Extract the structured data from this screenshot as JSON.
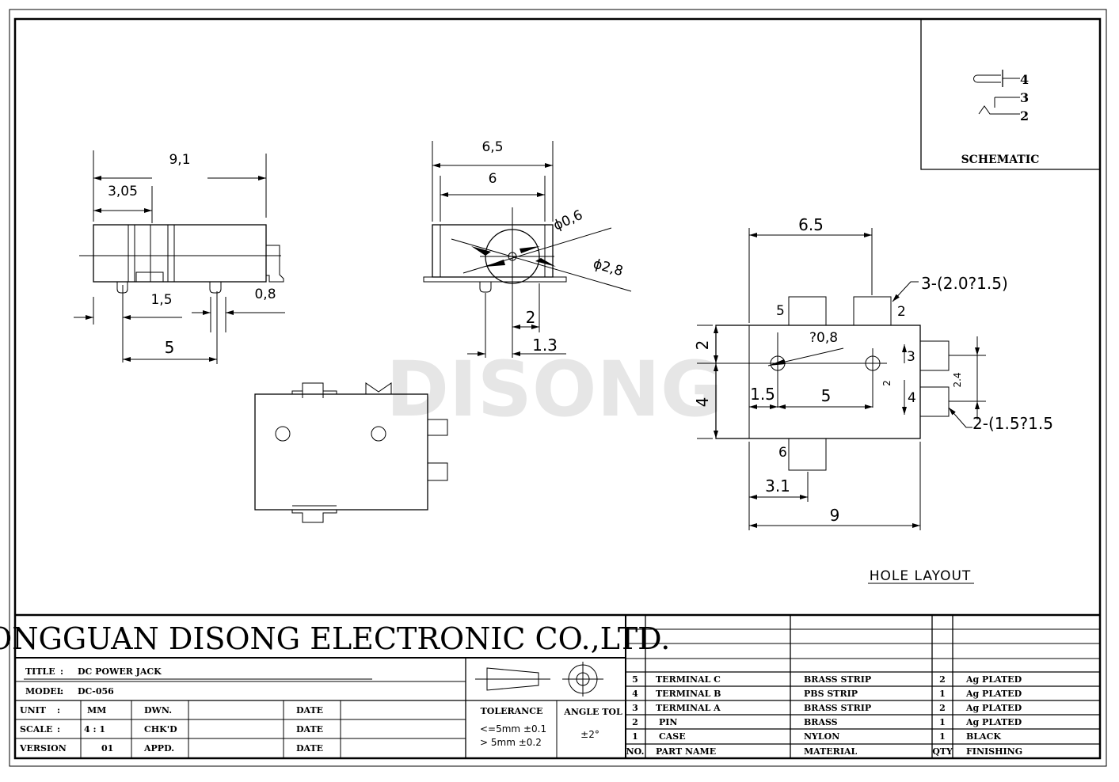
{
  "watermark": "DISONG",
  "schematic": {
    "pins": [
      "4",
      "3",
      "2"
    ],
    "label": "SCHEMATIC"
  },
  "side_view": {
    "d_total": "9,1",
    "d_305": "3,05",
    "d_15": "1,5",
    "d_08": "0,8",
    "d_5": "5"
  },
  "front_view": {
    "d_65": "6,5",
    "d_6": "6",
    "d_phi06": "ϕ0,6",
    "d_phi28": "ϕ2,8",
    "d_2": "2",
    "d_13": "1.3"
  },
  "hole_layout": {
    "d_65": "6.5",
    "d_pads": "3-(2.0?1.5)",
    "d_hole": "?0,8",
    "d_small_pads": "2-(1.5?1.5",
    "d_2v": "2",
    "d_4": "4",
    "d_15": "1.5",
    "d_5": "5",
    "d_2inner": "2",
    "d_24": "2.4",
    "d_31": "3.1",
    "d_9": "9",
    "caption": "HOLE LAYOUT",
    "pads": [
      "5",
      "2",
      "3",
      "4",
      "6"
    ]
  },
  "title_block": {
    "company": "DONGGUAN DISONG ELECTRONIC CO.,LTD.",
    "title_label": "TITLE",
    "title_value": "DC POWER JACK",
    "model_label": "MODEL",
    "model_value": "DC-056",
    "unit_label": "UNIT",
    "unit_value": "MM",
    "scale_label": "SCALE",
    "scale_value": "4 : 1",
    "version_label": "VERSION",
    "version_value": "01",
    "dwn": "DWN.",
    "chkd": "CHK'D",
    "appd": "APPD.",
    "date": "DATE",
    "tolerance": "TOLERANCE",
    "tol1": "<=5mm  ±0.1",
    "tol2": ">  5mm  ±0.2",
    "angle_tol": "ANGLE TOL",
    "angle_val": "±2°"
  },
  "bom": {
    "headers": [
      "NO.",
      "PART  NAME",
      "MATERIAL",
      "QTY",
      "FINISHING"
    ],
    "rows": [
      [
        "5",
        "TERMINAL C",
        "BRASS STRIP",
        "2",
        "Ag PLATED"
      ],
      [
        "4",
        "TERMINAL B",
        "PBS STRIP",
        "1",
        "Ag PLATED"
      ],
      [
        "3",
        "TERMINAL A",
        "BRASS STRIP",
        "2",
        "Ag PLATED"
      ],
      [
        "2",
        "PIN",
        "BRASS",
        "1",
        "Ag PLATED"
      ],
      [
        "1",
        "CASE",
        "NYLON",
        "1",
        "BLACK"
      ]
    ]
  }
}
